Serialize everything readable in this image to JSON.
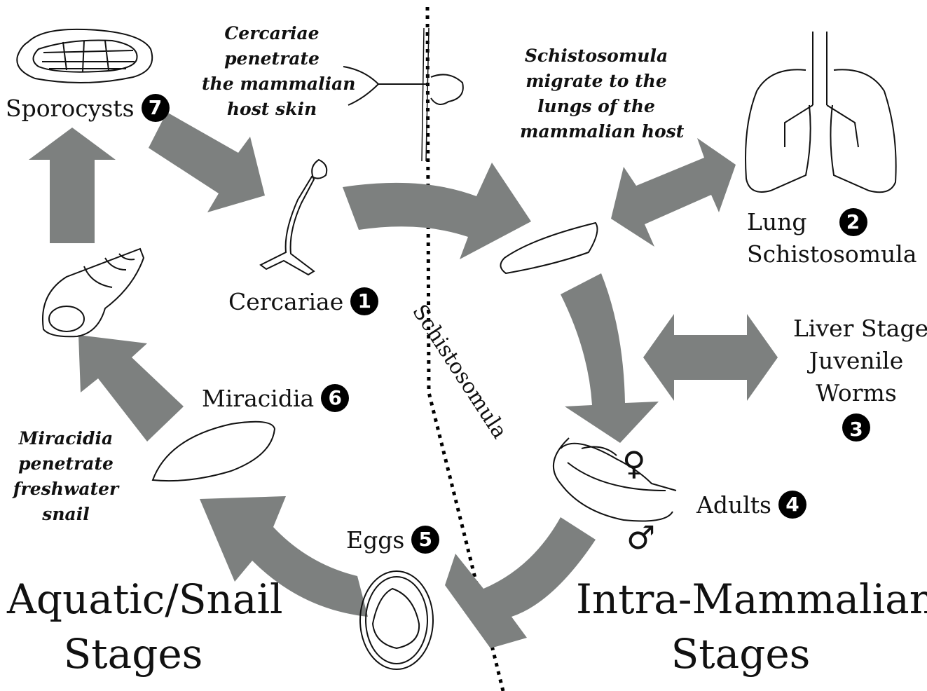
{
  "stages": {
    "cercariae": {
      "label": "Cercariae",
      "number": "1"
    },
    "lung": {
      "line1": "Lung",
      "line2": "Schistosomula",
      "number": "2"
    },
    "liver": {
      "line1": "Liver Stage",
      "line2": "Juvenile",
      "line3": "Worms",
      "number": "3"
    },
    "adults": {
      "label": "Adults",
      "number": "4"
    },
    "eggs": {
      "label": "Eggs",
      "number": "5"
    },
    "miracidia": {
      "label": "Miracidia",
      "number": "6"
    },
    "sporocysts": {
      "label": "Sporocysts",
      "number": "7"
    }
  },
  "annotations": {
    "cercariae_penetrate": [
      "Cercariae",
      "penetrate",
      "the mammalian",
      "host skin"
    ],
    "schistosomula_migrate": [
      "Schistosomula",
      "migrate to the",
      "lungs of the",
      "mammalian host"
    ],
    "miracidia_penetrate": [
      "Miracidia",
      "penetrate",
      "freshwater",
      "snail"
    ]
  },
  "schistosomula_label": "Schistosomula",
  "sections": {
    "aquatic": [
      "Aquatic/Snail",
      "Stages"
    ],
    "mammalian": [
      "Intra-Mammalian",
      "Stages"
    ]
  },
  "symbols": {
    "female": "♀",
    "male": "♂"
  },
  "colors": {
    "arrow": "#7d807f",
    "line": "#111111"
  }
}
